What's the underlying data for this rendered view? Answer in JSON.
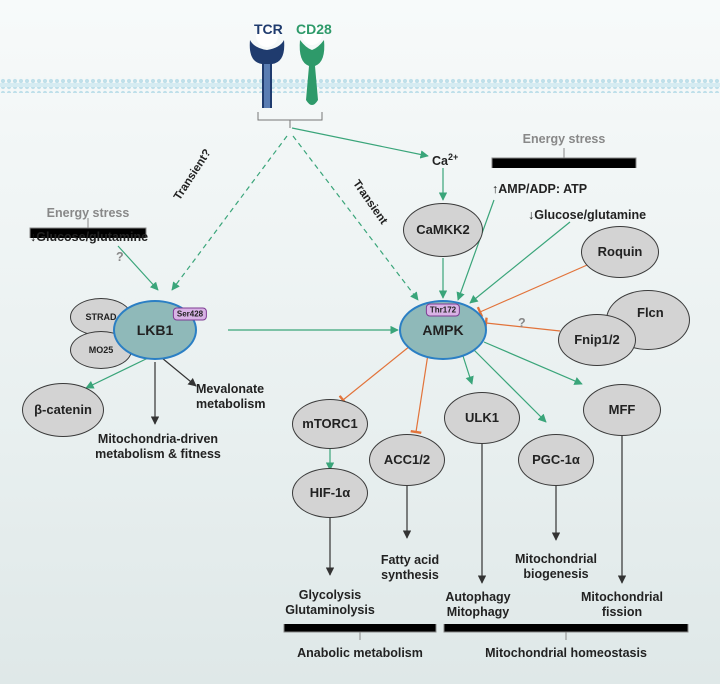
{
  "receptors": {
    "tcr": "TCR",
    "cd28": "CD28",
    "tcr_color": "#1f3b6e",
    "cd28_color": "#2e9a6a"
  },
  "labels": {
    "ca": "Ca",
    "ca_sup": "2+",
    "energy_stress_left": "Energy stress",
    "energy_stress_right": "Energy stress",
    "glucose_left": "↓Glucose/glutamine",
    "glucose_right": "↓Glucose/glutamine",
    "amp_ratio": "↑AMP/ADP: ATP",
    "q_left": "?",
    "q_right": "?",
    "transient_q": "Transient?",
    "transient": "Transient",
    "mevalonate": "Mevalonate metabolism",
    "mito_driven": "Mitochondria-driven metabolism & fitness",
    "fatty_acid": "Fatty acid synthesis",
    "glycolysis": "Glycolysis Glutaminolysis",
    "autophagy": "Autophagy Mitophagy",
    "mito_biogenesis": "Mitochondrial biogenesis",
    "mito_fission": "Mitochondrial fission",
    "anabolic": "Anabolic metabolism",
    "homeostasis": "Mitochondrial homeostasis"
  },
  "nodes": {
    "camkk2": "CaMKK2",
    "roquin": "Roquin",
    "flcn": "Flcn",
    "fnip": "Fnip1/2",
    "strad": "STRAD",
    "mo25": "MO25",
    "lkb1": "LKB1",
    "ampk": "AMPK",
    "bcatenin": "β-catenin",
    "mtorc1": "mTORC1",
    "hif1a": "HIF-1α",
    "acc": "ACC1/2",
    "ulk1": "ULK1",
    "pgc1a": "PGC-1α",
    "mff": "MFF"
  },
  "tags": {
    "ser428": "Ser428",
    "thr172": "Thr172"
  },
  "colors": {
    "activation": "#3aa57a",
    "inhibition": "#e2733a",
    "grey_text": "#888888"
  }
}
